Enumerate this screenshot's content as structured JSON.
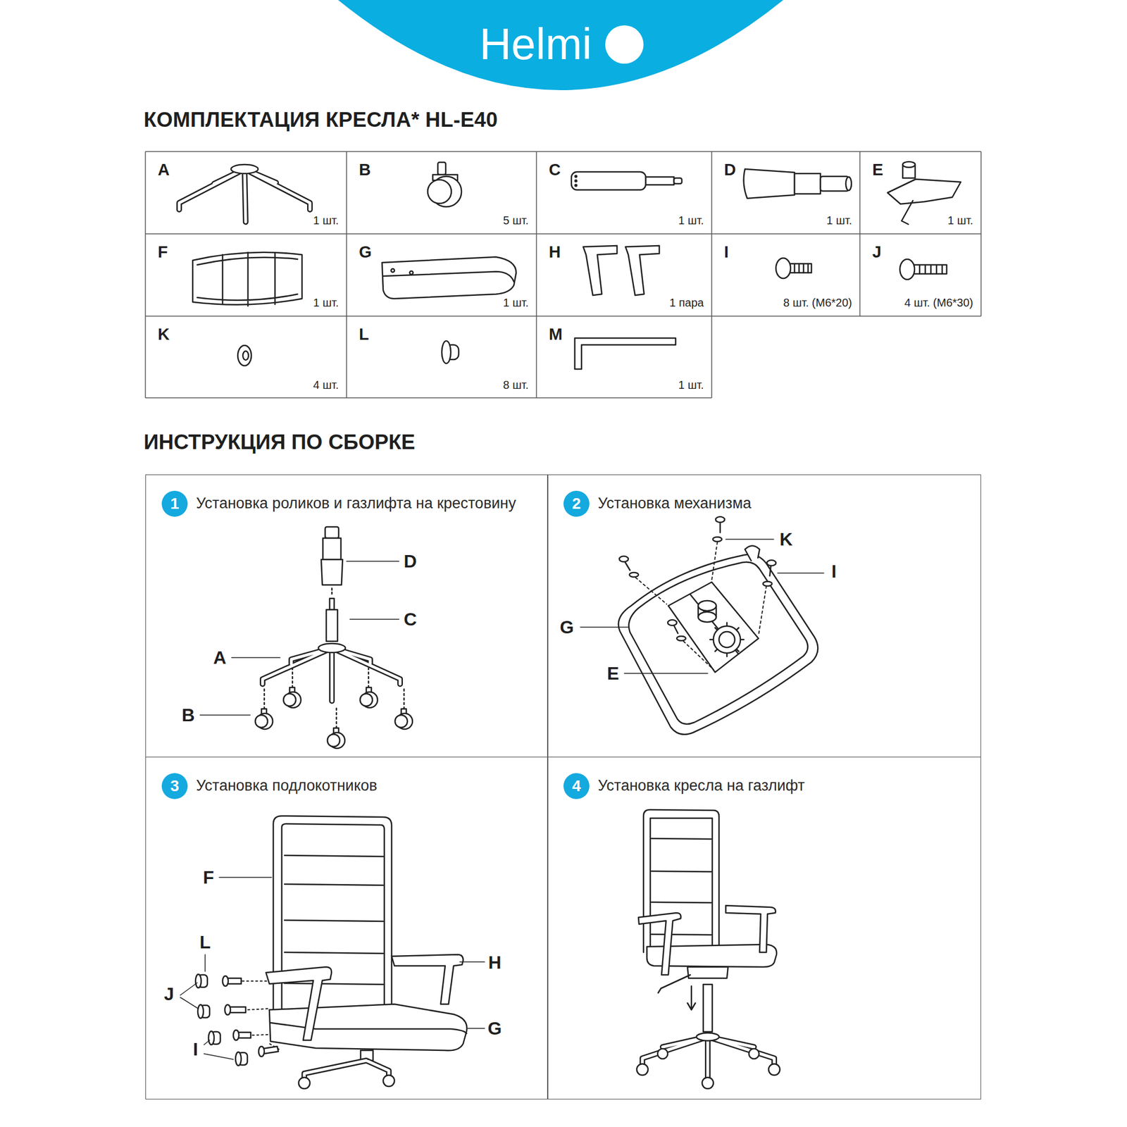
{
  "diagram": {
    "title": "КОМПЛЕКТАЦИЯ КРЕСЛА* HL-E40",
    "nodes": [
      {
        "text": [
          "Установка роликов и газлифта на крестовину"
        ]
      },
      {
        "text": [
          "1"
        ],
        "in": 0
      },
      {
        "text": [
          "Установка механизма"
        ]
      },
      {
        "text": [
          "2"
        ],
        "in": 2
      },
      {
        "text": [
          "Установка подлокотников"
        ]
      },
      {
        "text": [
          "3"
        ],
        "in": 4
      },
      {
        "text": [
          "Установка кресла на газлифт"
        ]
      },
      {
        "text": [
          "4"
        ],
        "in": 6
      }
    ],
    "labels": [
      "Helmi",
      "A",
      "1 шт.",
      "B",
      "5 шт.",
      "C",
      "1 шт.",
      "D",
      "1 шт.",
      "E",
      "1 шт.",
      "F",
      "1 шт.",
      "G",
      "1 шт.",
      "H",
      "1 пара",
      "I",
      "8 шт. (M6*20)",
      "J",
      "4 шт. (M6*30)",
      "K",
      "4 шт.",
      "L",
      "8 шт.",
      "M",
      "1 шт.",
      "ИНСТРУКЦИЯ ПО СБОРКЕ",
      "D",
      "C",
      "A",
      "B",
      "K",
      "I",
      "G",
      "E",
      "F",
      "L",
      "J",
      "I",
      "H",
      "G"
    ]
  }
}
